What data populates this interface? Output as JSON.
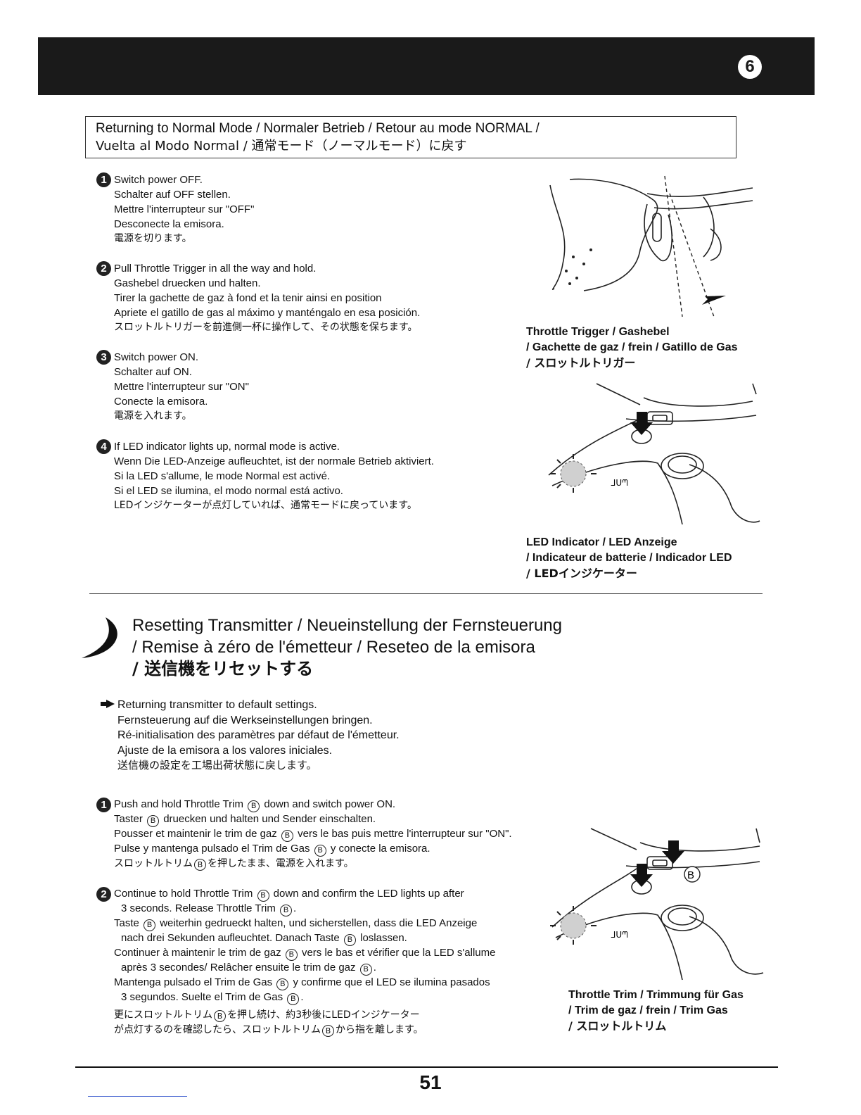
{
  "header": {
    "chapter_number": "6"
  },
  "normal_mode": {
    "title_line1": "Returning to Normal Mode / Normaler Betrieb / Retour au mode NORMAL /",
    "title_line2": "Vuelta al Modo Normal  / 通常モード（ノーマルモード）に戻す",
    "steps": [
      {
        "number": "1",
        "lines": [
          "Switch power OFF.",
          "Schalter auf OFF stellen.",
          "Mettre l'interrupteur sur \"OFF\"",
          "Desconecte la emisora.",
          "電源を切ります。"
        ]
      },
      {
        "number": "2",
        "lines": [
          "Pull Throttle Trigger in all the way and hold.",
          "Gashebel druecken und halten.",
          "Tirer la gachette de gaz à fond et la tenir ainsi en position",
          "Apriete el gatillo de gas al máximo y manténgalo en esa posición.",
          "スロットルトリガーを前進側一杯に操作して、その状態を保ちます。"
        ]
      },
      {
        "number": "3",
        "lines": [
          "Switch power ON.",
          "Schalter auf ON.",
          "Mettre l'interrupteur sur \"ON\"",
          "Conecte la emisora.",
          "電源を入れます。"
        ]
      },
      {
        "number": "4",
        "lines": [
          "If LED indicator lights up, normal mode is active.",
          "Wenn Die LED-Anzeige aufleuchtet, ist der normale Betrieb aktiviert.",
          "Si la LED s'allume, le mode Normal est activé.",
          "Si el LED se ilumina, el modo normal está activo.",
          "LEDインジケーターが点灯していれば、通常モードに戻っています。"
        ]
      }
    ],
    "caption_trigger": [
      "Throttle Trigger / Gashebel",
      "/ Gachette de gaz / frein / Gatillo de Gas",
      "/ スロットルトリガー"
    ],
    "caption_led": [
      "LED Indicator / LED Anzeige",
      "/ Indicateur de batterie / Indicador LED",
      "/ LEDインジケーター"
    ]
  },
  "reset": {
    "title_line1": "Resetting Transmitter / Neueinstellung der Fernsteuerung",
    "title_line2": "/ Remise à zéro de l'émetteur / Reseteo de la emisora",
    "title_line3": "/ 送信機をリセットする",
    "intro": [
      "Returning transmitter to default settings.",
      "Fernsteuerung auf die Werkseinstellungen bringen.",
      "Ré-initialisation des paramètres par défaut de l'émetteur.",
      "Ajuste de la emisora a los valores iniciales.",
      "送信機の設定を工場出荷状態に戻します。"
    ],
    "trim_marker": "B",
    "step1": {
      "number": "1",
      "l1a": "Push and hold Throttle Trim",
      "l1b": "down and switch power ON.",
      "l2a": "Taster",
      "l2b": "druecken und halten und Sender einschalten.",
      "l3a": "Pousser et maintenir le trim de gaz",
      "l3b": "vers le bas puis mettre l'interrupteur sur \"ON\".",
      "l4a": "Pulse y mantenga pulsado el Trim de Gas",
      "l4b": "y conecte la emisora.",
      "l5a": "スロットルトリム",
      "l5b": "を押したまま、電源を入れます。"
    },
    "step2": {
      "number": "2",
      "l1a": "Continue to hold Throttle Trim",
      "l1b": "down and confirm the LED lights up after",
      "l2a": "3 seconds. Release Throttle Trim",
      "l2b": ".",
      "l3a": "Taste",
      "l3b": "weiterhin gedrueckt halten, und sicherstellen, dass die LED Anzeige",
      "l4a": "nach drei Sekunden aufleuchtet. Danach Taste",
      "l4b": "loslassen.",
      "l5a": "Continuer à maintenir le trim de gaz",
      "l5b": "vers le bas et vérifier que la LED s'allume",
      "l6a": "après 3 secondes/ Relâcher ensuite le trim de gaz",
      "l6b": ".",
      "l7a": "Mantenga pulsado el Trim de Gas",
      "l7b": "y confirme que el LED se ilumina pasados",
      "l8a": "3 segundos. Suelte el Trim de Gas",
      "l8b": ".",
      "l9a": "更にスロットルトリム",
      "l9b": "を押し続け、約3秒後にLEDインジケーター",
      "l10a": "が点灯するのを確認したら、スロットルトリム",
      "l10b": "から指を離します。"
    },
    "caption_trim": [
      "Throttle Trim / Trimmung für Gas",
      "/ Trim de gaz / frein / Trim Gas",
      "/ スロットルトリム"
    ]
  },
  "footer": {
    "page_number": "51"
  }
}
